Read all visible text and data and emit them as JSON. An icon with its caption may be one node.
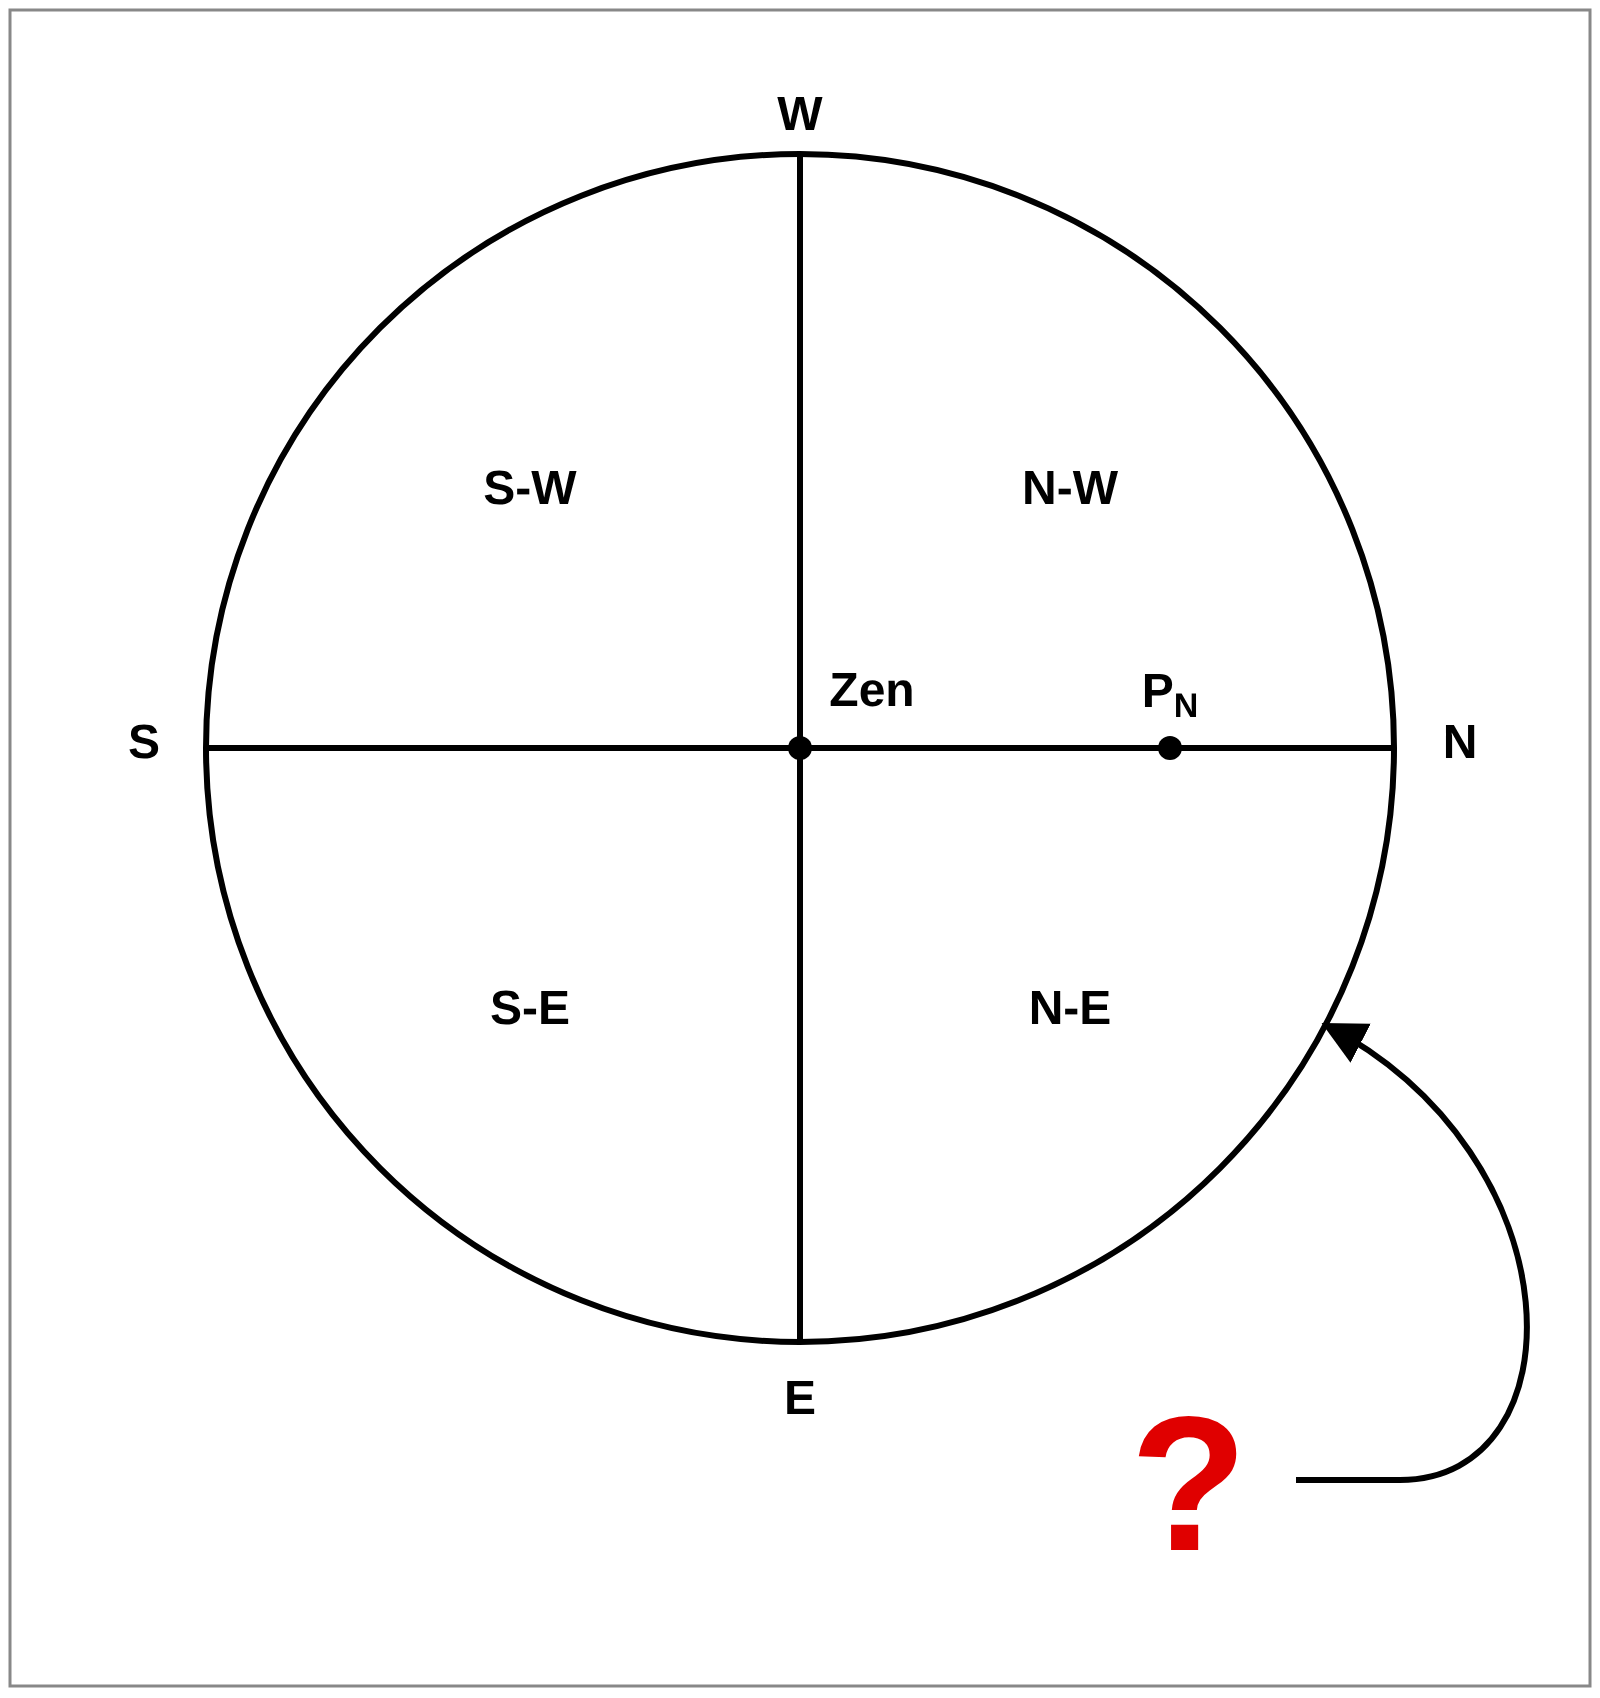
{
  "diagram": {
    "nodes": [
      {
        "text": [],
        "shape": "circle"
      },
      {
        "text": [
          "?"
        ]
      }
    ],
    "edges": [
      {
        "from": 1,
        "to": 0,
        "arrow": "to"
      }
    ],
    "labels": [
      "W",
      "S-W",
      "N-W",
      "Zen",
      "P$_{N}$",
      "S",
      "N",
      "S-E",
      "N-E",
      "E"
    ]
  }
}
